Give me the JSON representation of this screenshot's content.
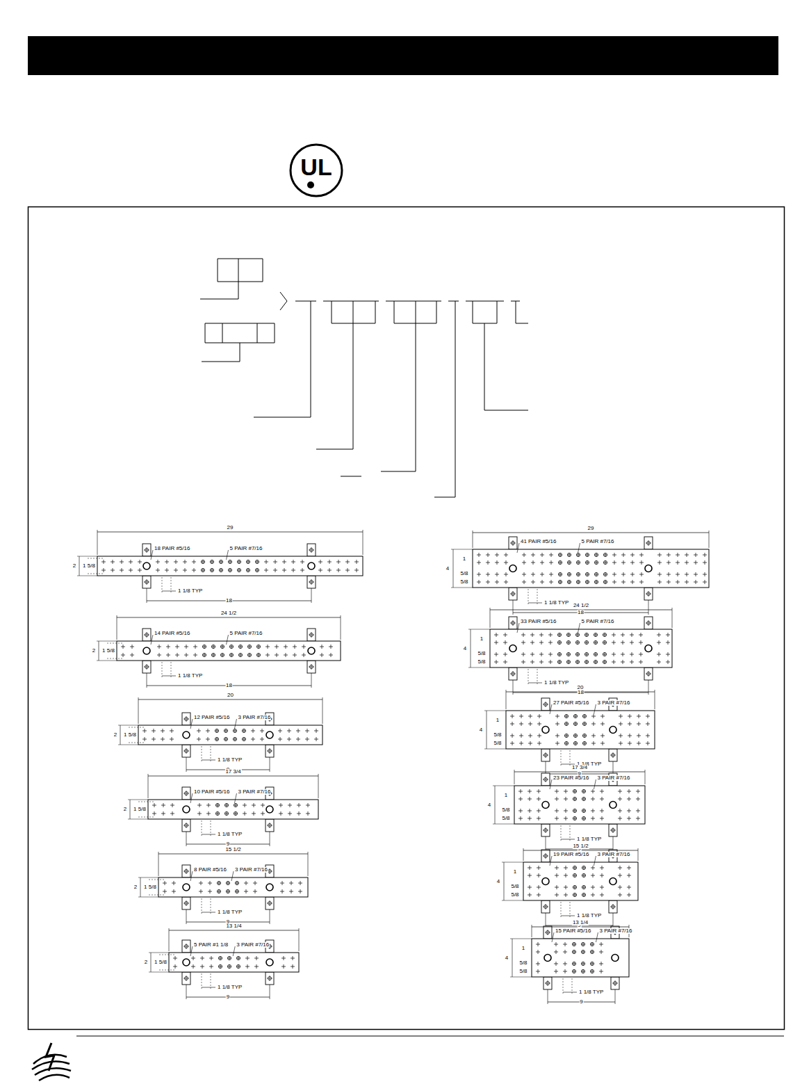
{
  "diagram": {
    "labels": [
      "UL",
      "29",
      "18 PAIR #5/16",
      "5 PAIR #7/16",
      "2",
      "1 5/8",
      "1 1/8 TYP",
      "18",
      "29",
      "41 PAIR #5/16",
      "5 PAIR #7/16",
      "4",
      "1",
      "5/8",
      "5/8",
      "1 1/8 TYP",
      "18",
      "24 1/2",
      "14 PAIR #5/16",
      "5 PAIR #7/16",
      "2",
      "1 5/8",
      "1 1/8 TYP",
      "18",
      "24 1/2",
      "33 PAIR #5/16",
      "5 PAIR #7/16",
      "4",
      "1",
      "5/8",
      "5/8",
      "1 1/8 TYP",
      "18",
      "20",
      "12 PAIR #5/16",
      "3 PAIR #7/16",
      "2",
      "1 5/8",
      "1 1/8 TYP",
      "9",
      "20",
      "27 PAIR #5/16",
      "3 PAIR #7/16",
      "4",
      "1",
      "5/8",
      "5/8",
      "1 1/8 TYP",
      "9",
      "17 3/4",
      "10 PAIR #5/16",
      "3 PAIR #7/16",
      "2",
      "1 5/8",
      "1 1/8 TYP",
      "9",
      "17 3/4",
      "23 PAIR #5/16",
      "3 PAIR #7/16",
      "4",
      "1",
      "5/8",
      "5/8",
      "1 1/8 TYP",
      "9",
      "15 1/2",
      "8 PAIR #5/16",
      "3 PAIR #7/16",
      "2",
      "1 5/8",
      "1 1/8 TYP",
      "9",
      "15 1/2",
      "19 PAIR #5/16",
      "3 PAIR #7/16",
      "4",
      "1",
      "5/8",
      "5/8",
      "1 1/8 TYP",
      "9",
      "13 1/4",
      "5 PAIR #1 1/8",
      "3 PAIR #7/16",
      "2",
      "1 5/8",
      "1 1/8 TYP",
      "9",
      "13 1/4",
      "15 PAIR #5/16",
      "3 PAIR #7/16",
      "4",
      "1",
      "5/8",
      "5/8",
      "1 1/8 TYP",
      "9"
    ]
  }
}
